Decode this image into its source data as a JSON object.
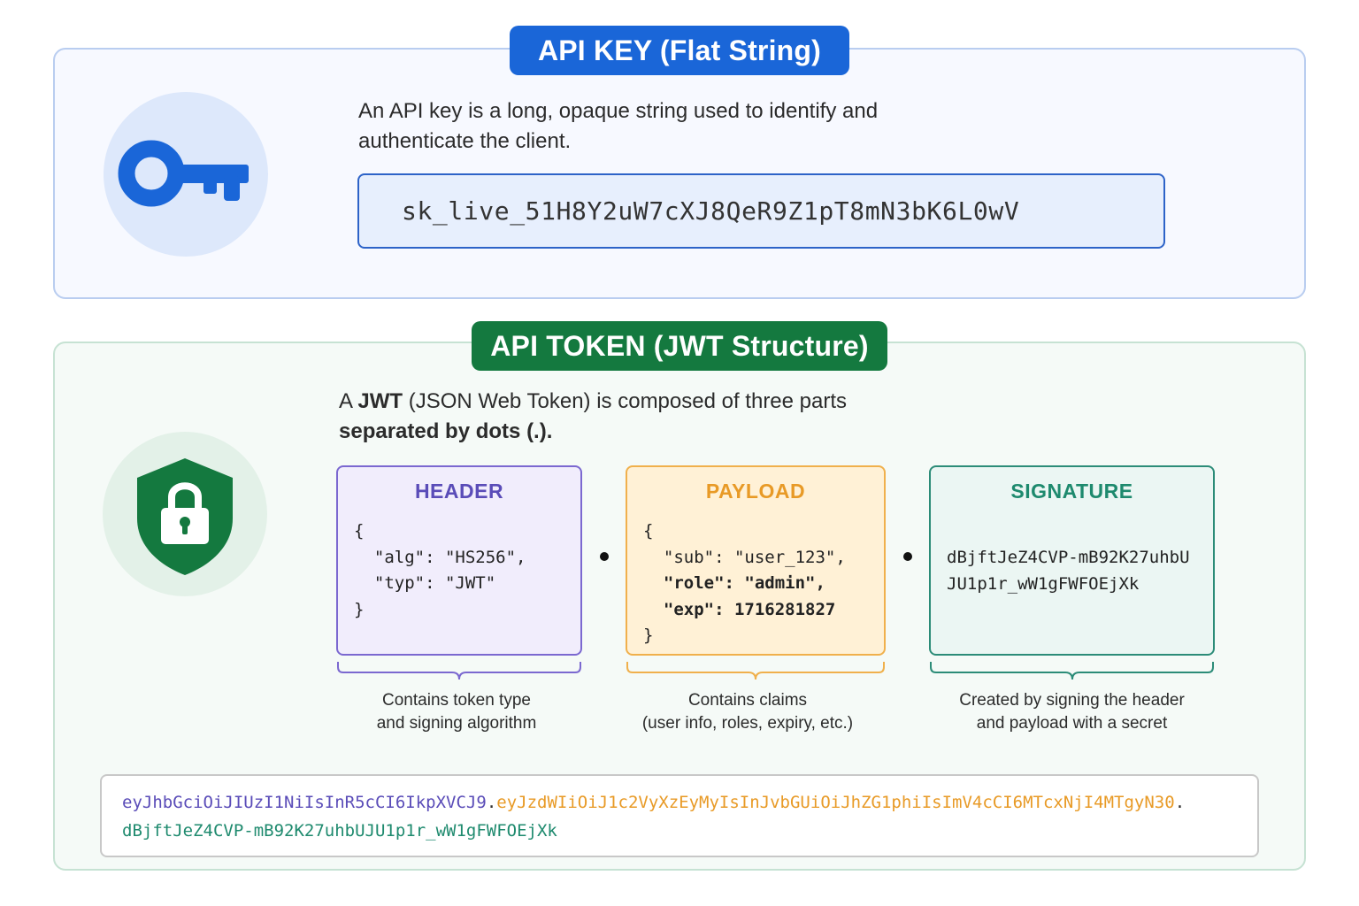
{
  "api_key": {
    "title": "API KEY (Flat String)",
    "description": "An API key is a long, opaque string used to identify and authenticate the client.",
    "example_key": "sk_live_51H8Y2uW7cXJ8QeR9Z1pT8mN3bK6L0wV",
    "icon": "key-icon",
    "accent_color": "#1a66d8"
  },
  "api_token": {
    "title": "API TOKEN (JWT Structure)",
    "description_pre": "A ",
    "description_bold1": "JWT",
    "description_mid": " (JSON Web Token) is composed of three parts ",
    "description_bold2": "separated by dots (.).",
    "icon": "shield-lock-icon",
    "accent_color": "#14793f",
    "parts": [
      {
        "title": "HEADER",
        "code_lines": [
          "{",
          "  \"alg\": \"HS256\",",
          "  \"typ\": \"JWT\"",
          "}"
        ],
        "caption_line1": "Contains token type",
        "caption_line2": "and signing algorithm",
        "color": "#5a4cb8"
      },
      {
        "title": "PAYLOAD",
        "code_lines": [
          "{",
          "  \"sub\": \"user_123\",",
          "  \"role\": \"admin\",",
          "  \"exp\": 1716281827",
          "}"
        ],
        "caption_line1": "Contains claims",
        "caption_line2": "(user info, roles, expiry, etc.)",
        "color": "#e89a26"
      },
      {
        "title": "SIGNATURE",
        "code_lines": [
          "dBjftJeZ4CVP-mB92K27uhbU",
          "JU1p1r_wW1gFWFOEjXk"
        ],
        "caption_line1": "Created by signing the header",
        "caption_line2": "and payload with a secret",
        "color": "#1e8a6e"
      }
    ],
    "separator": ".",
    "full_token": {
      "header": "eyJhbGciOiJIUzI1NiIsInR5cCI6IkpXVCJ9",
      "payload": "eyJzdWIiOiJ1c2VyXzEyMyIsInJvbGUiOiJhZG1phiIsImV4cCI6MTcxNjI4MTgyN30",
      "signature": "dBjftJeZ4CVP-mB92K27uhbUJU1p1r_wW1gFWFOEjXk"
    }
  }
}
